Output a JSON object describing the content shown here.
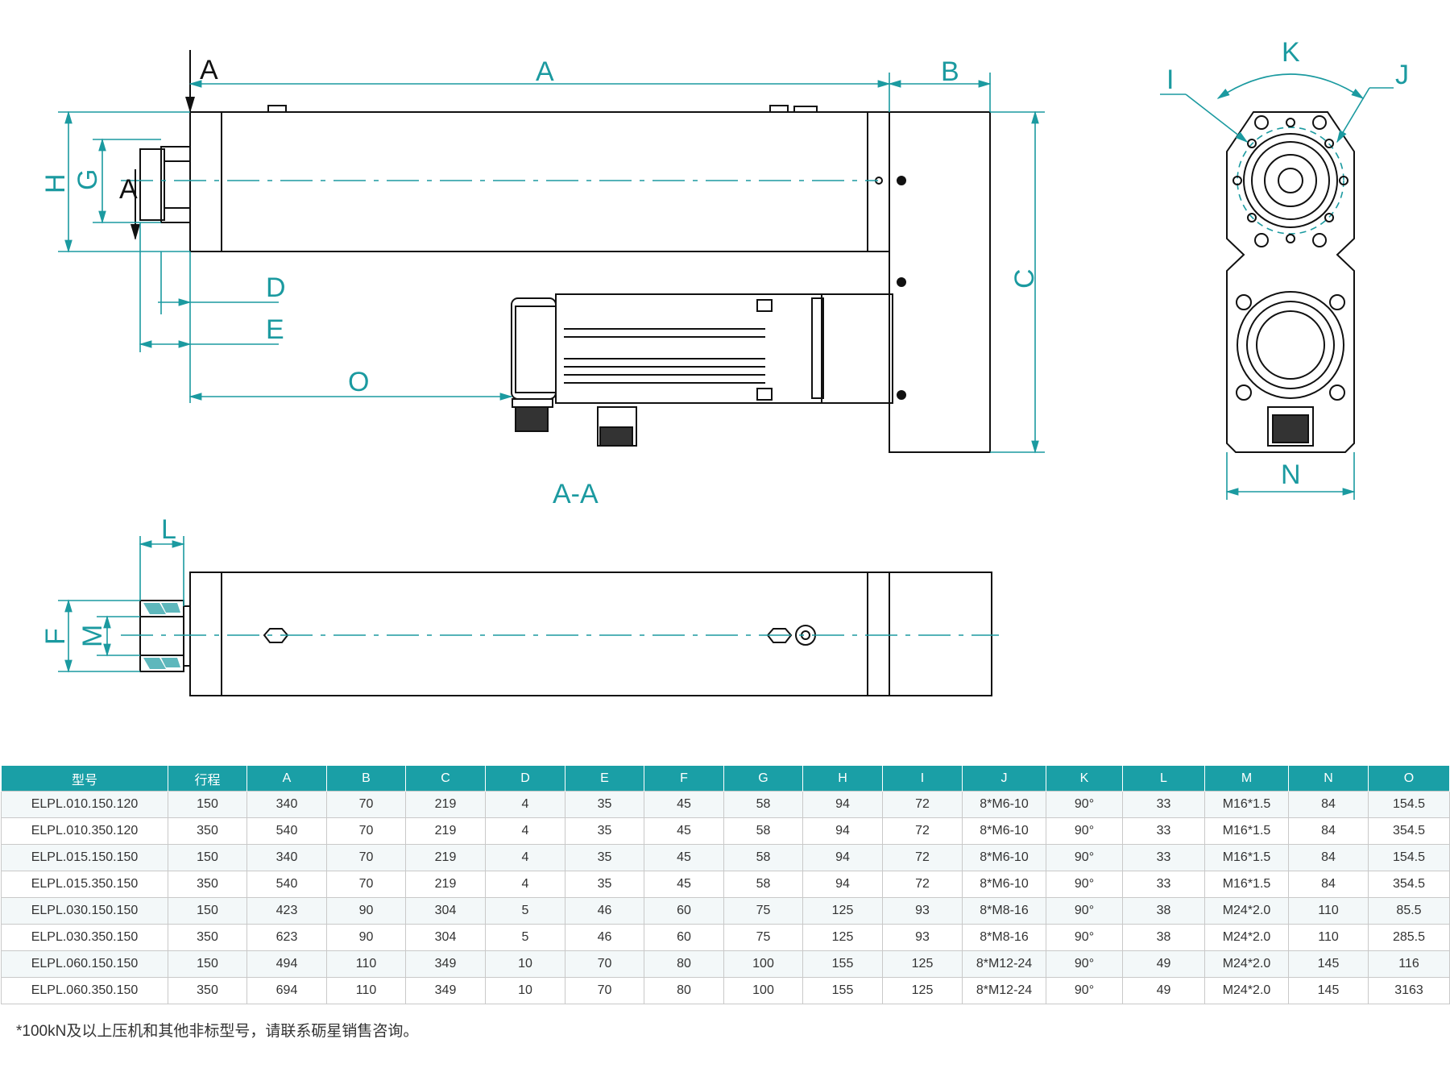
{
  "drawing": {
    "section_label": "A-A",
    "section_marks": [
      "A",
      "A"
    ],
    "dim_labels": {
      "A": "A",
      "B": "B",
      "C": "C",
      "D": "D",
      "E": "E",
      "F": "F",
      "G": "G",
      "H": "H",
      "I": "I",
      "J": "J",
      "K": "K",
      "L": "L",
      "M": "M",
      "N": "N",
      "O": "O"
    },
    "colors": {
      "dimension": "#1b9aa0",
      "outline": "#111111",
      "header": "#1a9fa6"
    }
  },
  "table": {
    "headers": [
      "型号",
      "行程",
      "A",
      "B",
      "C",
      "D",
      "E",
      "F",
      "G",
      "H",
      "I",
      "J",
      "K",
      "L",
      "M",
      "N",
      "O"
    ],
    "rows": [
      [
        "ELPL.010.150.120",
        "150",
        "340",
        "70",
        "219",
        "4",
        "35",
        "45",
        "58",
        "94",
        "72",
        "8*M6-10",
        "90°",
        "33",
        "M16*1.5",
        "84",
        "154.5"
      ],
      [
        "ELPL.010.350.120",
        "350",
        "540",
        "70",
        "219",
        "4",
        "35",
        "45",
        "58",
        "94",
        "72",
        "8*M6-10",
        "90°",
        "33",
        "M16*1.5",
        "84",
        "354.5"
      ],
      [
        "ELPL.015.150.150",
        "150",
        "340",
        "70",
        "219",
        "4",
        "35",
        "45",
        "58",
        "94",
        "72",
        "8*M6-10",
        "90°",
        "33",
        "M16*1.5",
        "84",
        "154.5"
      ],
      [
        "ELPL.015.350.150",
        "350",
        "540",
        "70",
        "219",
        "4",
        "35",
        "45",
        "58",
        "94",
        "72",
        "8*M6-10",
        "90°",
        "33",
        "M16*1.5",
        "84",
        "354.5"
      ],
      [
        "ELPL.030.150.150",
        "150",
        "423",
        "90",
        "304",
        "5",
        "46",
        "60",
        "75",
        "125",
        "93",
        "8*M8-16",
        "90°",
        "38",
        "M24*2.0",
        "110",
        "85.5"
      ],
      [
        "ELPL.030.350.150",
        "350",
        "623",
        "90",
        "304",
        "5",
        "46",
        "60",
        "75",
        "125",
        "93",
        "8*M8-16",
        "90°",
        "38",
        "M24*2.0",
        "110",
        "285.5"
      ],
      [
        "ELPL.060.150.150",
        "150",
        "494",
        "110",
        "349",
        "10",
        "70",
        "80",
        "100",
        "155",
        "125",
        "8*M12-24",
        "90°",
        "49",
        "M24*2.0",
        "145",
        "116"
      ],
      [
        "ELPL.060.350.150",
        "350",
        "694",
        "110",
        "349",
        "10",
        "70",
        "80",
        "100",
        "155",
        "125",
        "8*M12-24",
        "90°",
        "49",
        "M24*2.0",
        "145",
        "3163"
      ]
    ]
  },
  "footnote": "*100kN及以上压机和其他非标型号，请联系砺星销售咨询。"
}
